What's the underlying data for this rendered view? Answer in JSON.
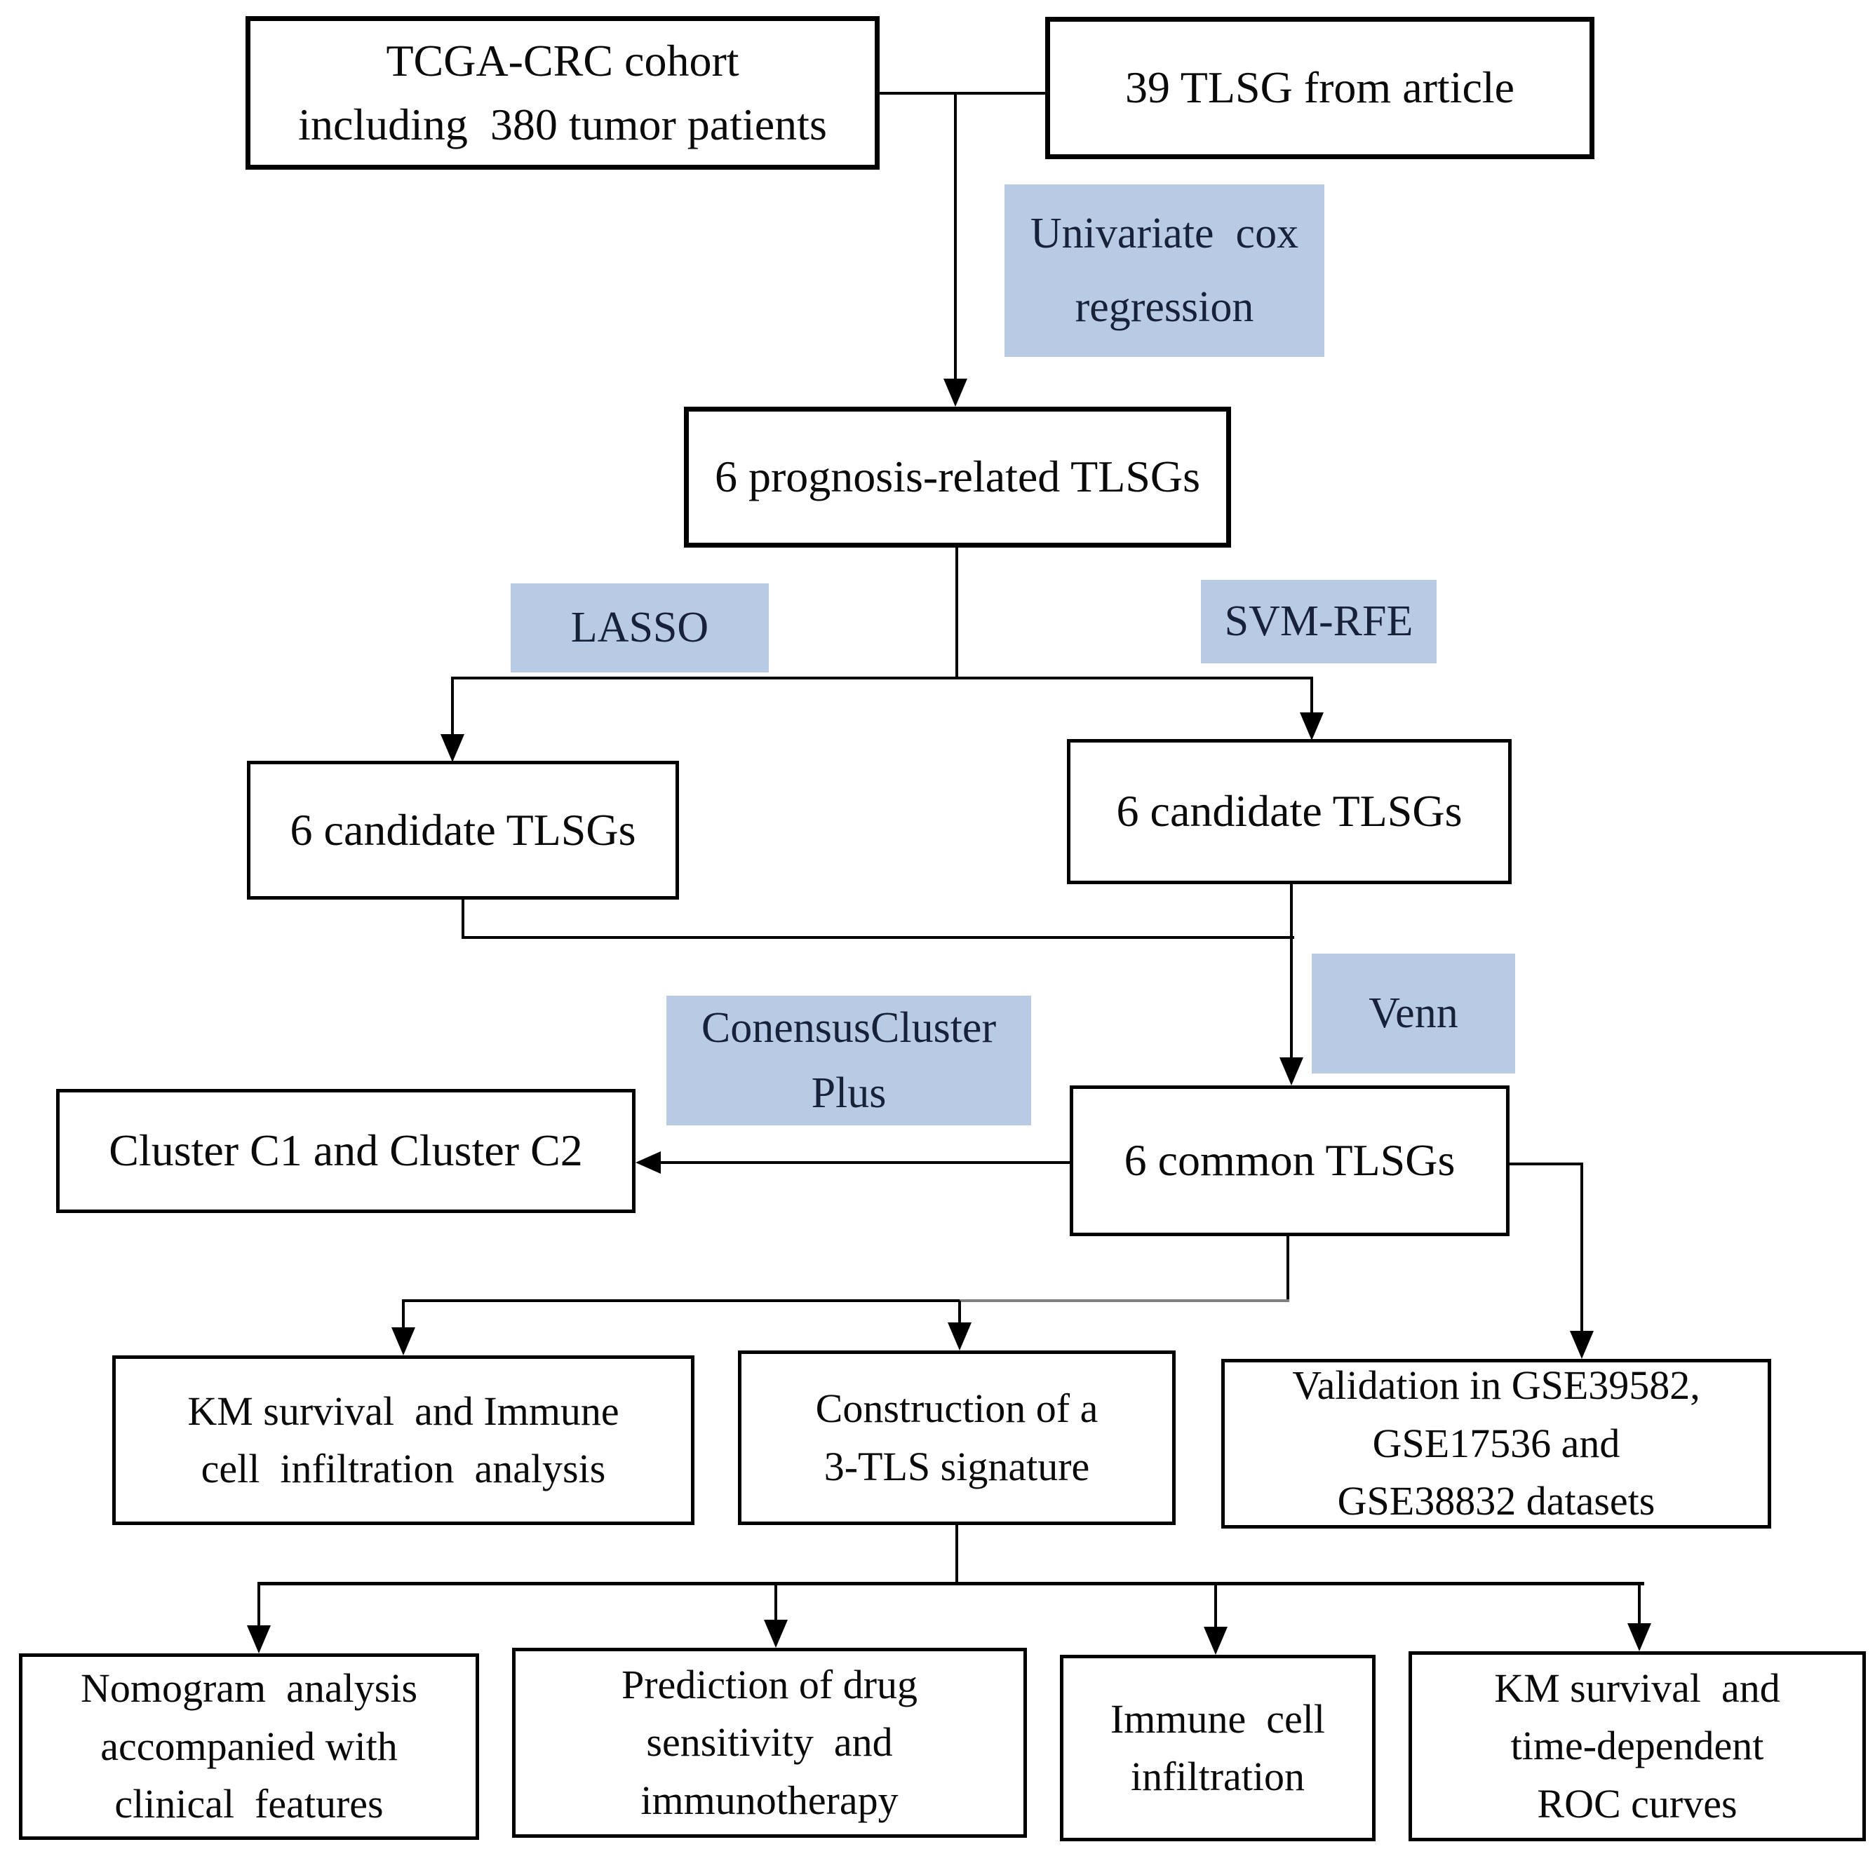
{
  "figure": {
    "type": "flowchart",
    "description": "Study workflow flowchart of TLS gene signature construction in colorectal cancer"
  },
  "colors": {
    "label_fill": "#b9cbe4",
    "label_text": "#18213a",
    "box_border": "#000000",
    "line_black": "#000000",
    "line_gray": "#808080",
    "background": "#ffffff"
  },
  "nodes": {
    "tcga": {
      "text": "TCGA-CRC cohort\nincluding  380 tumor patients"
    },
    "tlsg39": {
      "text": "39 TLSG from article"
    },
    "prognosis": {
      "text": "6 prognosis-related TLSGs"
    },
    "candidate_left": {
      "text": "6 candidate TLSGs"
    },
    "candidate_right": {
      "text": "6 candidate TLSGs"
    },
    "cluster": {
      "text": "Cluster C1 and Cluster C2"
    },
    "common": {
      "text": "6 common TLSGs"
    },
    "km_immune": {
      "text": "KM survival  and Immune\ncell  infiltration  analysis"
    },
    "construction": {
      "text": "Construction of a\n3-TLS signature"
    },
    "validation": {
      "text": "Validation in GSE39582,\nGSE17536 and\nGSE38832 datasets"
    },
    "nomogram": {
      "text": "Nomogram  analysis\naccompanied with\nclinical  features"
    },
    "drug": {
      "text": "Prediction of drug\nsensitivity  and\nimmunotherapy"
    },
    "immune_infiltration": {
      "text": "Immune  cell\ninfiltration"
    },
    "km_roc": {
      "text": "KM survival  and\ntime-dependent\nROC curves"
    }
  },
  "labels": {
    "univariate": {
      "text": "Univariate  cox\nregression"
    },
    "lasso": {
      "text": "LASSO"
    },
    "svm_rfe": {
      "text": "SVM-RFE"
    },
    "consensus": {
      "text": "ConensusCluster\nPlus"
    },
    "venn": {
      "text": "Venn"
    }
  }
}
